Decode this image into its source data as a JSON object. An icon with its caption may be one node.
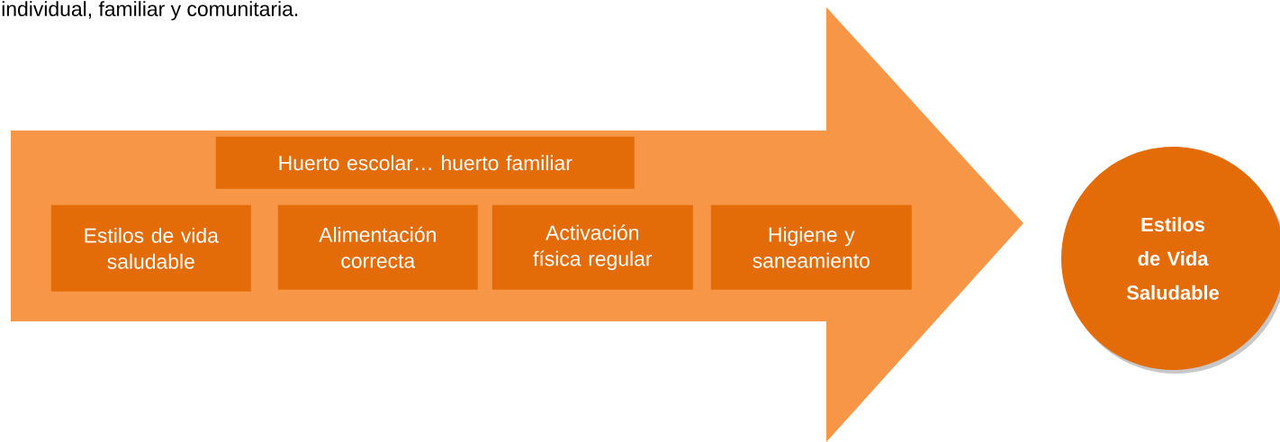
{
  "diagram": {
    "nodes": [
      {
        "text": [],
        "shape": "arrow"
      },
      {
        "text": [
          "Huerto escolar… huerto familiar"
        ],
        "in": 0
      },
      {
        "text": [
          "Estilos de vida saludable"
        ],
        "in": 0
      },
      {
        "text": [
          "Alimentación correcta"
        ],
        "in": 0
      },
      {
        "text": [
          "Activación física regular"
        ],
        "in": 0
      },
      {
        "text": [
          "Higiene y saneamiento"
        ],
        "in": 0
      },
      {
        "text": [
          "Estilos de Vida Saludable"
        ]
      }
    ],
    "labels": [
      "individual, familiar y comunitaria."
    ]
  }
}
